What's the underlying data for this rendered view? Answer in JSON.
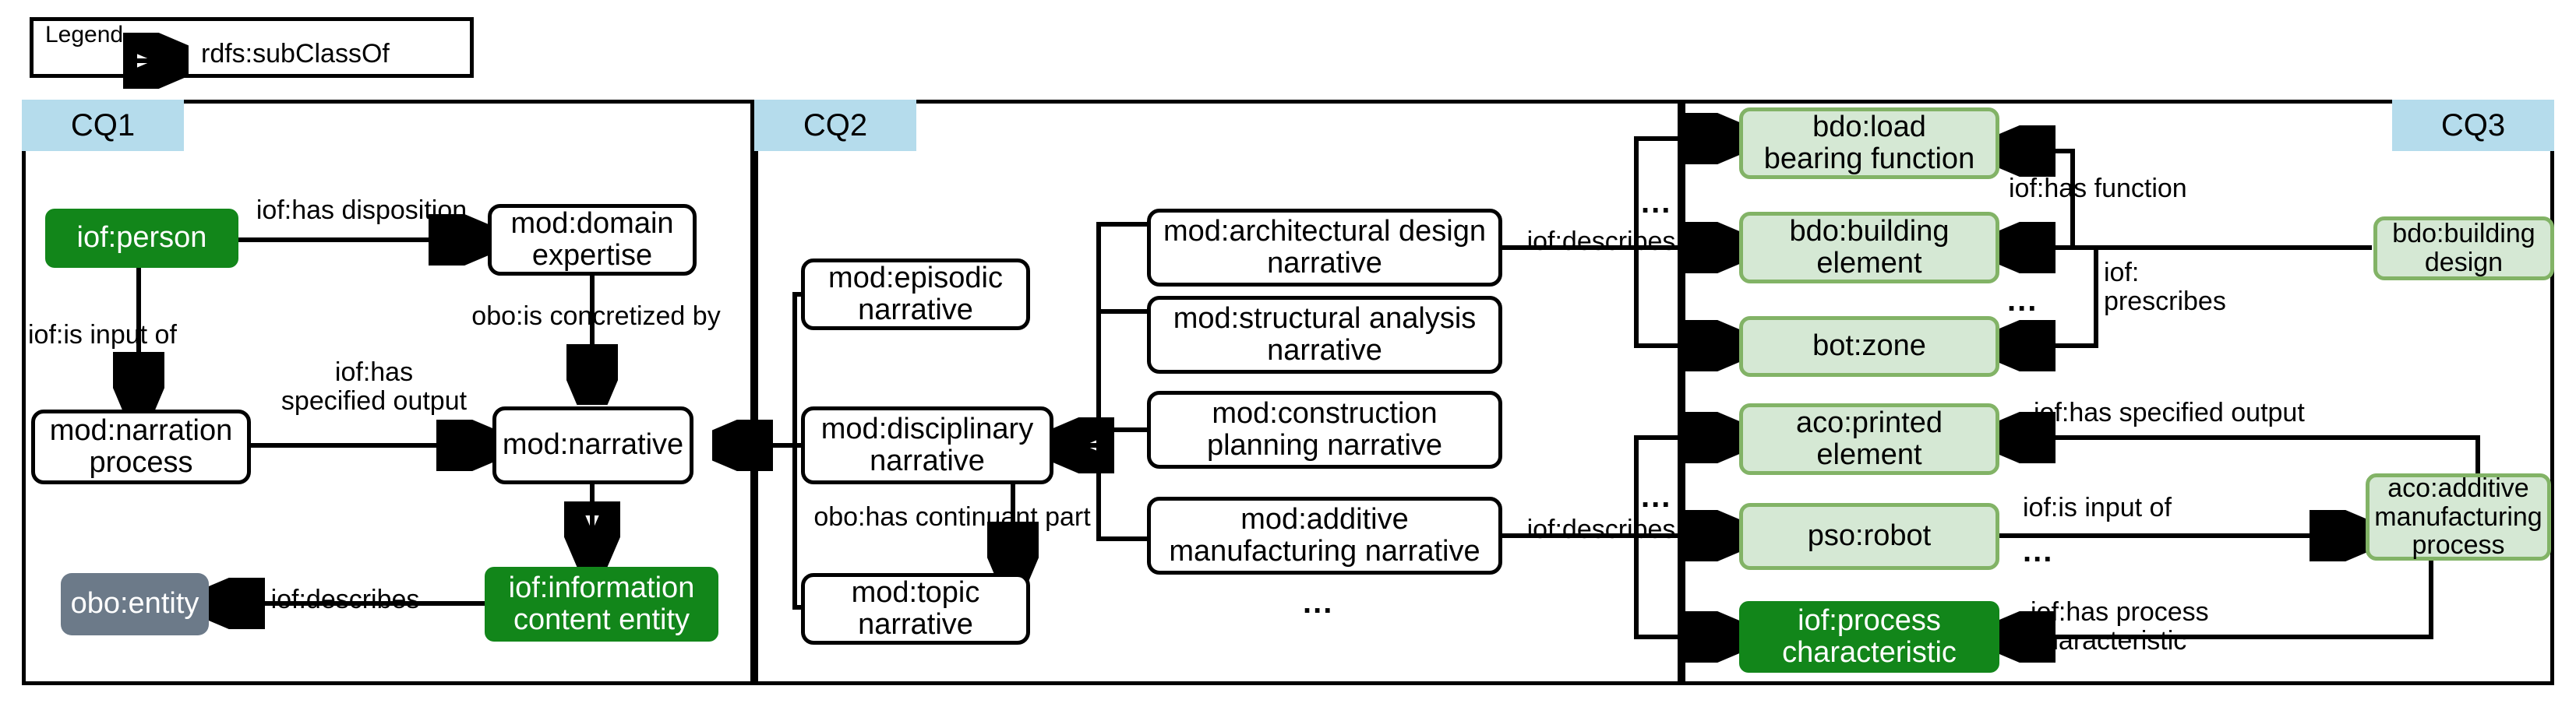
{
  "legend": {
    "title": "Legend",
    "relation_label": "rdfs:subClassOf",
    "arrow_icon": "hollow-triangle-arrow-icon"
  },
  "panels": [
    {
      "id": "CQ1",
      "label": "CQ1"
    },
    {
      "id": "CQ2",
      "label": "CQ2"
    },
    {
      "id": "CQ3",
      "label": "CQ3"
    }
  ],
  "cq1": {
    "nodes": {
      "person": "iof:person",
      "domain_expertise": "mod:domain\nexpertise",
      "narration_process": "mod:narration\nprocess",
      "narrative": "mod:narrative",
      "entity": "obo:entity",
      "ice": "iof:information\ncontent entity"
    },
    "edges": {
      "has_disposition": "iof:has disposition",
      "is_input_of": "iof:is input of",
      "is_concretized_by": "obo:is concretized by",
      "has_specified_output": "iof:has\nspecified output",
      "describes": "iof:describes"
    }
  },
  "cq2": {
    "nodes": {
      "episodic": "mod:episodic\nnarrative",
      "disciplinary": "mod:disciplinary\nnarrative",
      "topic": "mod:topic\nnarrative",
      "architectural": "mod:architectural design\nnarrative",
      "structural": "mod:structural analysis\nnarrative",
      "construction": "mod:construction\nplanning narrative",
      "additive": "mod:additive\nmanufacturing narrative"
    },
    "edges": {
      "has_continuant_part": "obo:has continuant part",
      "describes_top": "iof:describes",
      "describes_bottom": "iof:describes"
    },
    "ellipsis": "..."
  },
  "cq3": {
    "nodes": {
      "load_bearing_function": "bdo:load\nbearing function",
      "building_element": "bdo:building\nelement",
      "zone": "bot:zone",
      "building_design": "bdo:building design",
      "printed_element": "aco:printed\nelement",
      "robot": "pso:robot",
      "process_characteristic": "iof:process\ncharacteristic",
      "additive_process": "aco:additive\nmanufacturing process"
    },
    "edges": {
      "has_function": "iof:has function",
      "prescribes": "iof:\nprescribes",
      "has_specified_output": "iof:has specified output",
      "is_input_of": "iof:is input of",
      "has_process_characteristic": "iof:has process\ncharacteristic"
    },
    "ellipses": {
      "e1": "...",
      "e2": "...",
      "e3": "...",
      "e4": "..."
    }
  },
  "colors": {
    "panel_tab": "#b5dcec",
    "dark_green": "#12861a",
    "light_green_fill": "#d5e8d4",
    "light_green_border": "#82b366",
    "gray_blue": "#6c7a89",
    "stroke": "#000000"
  }
}
